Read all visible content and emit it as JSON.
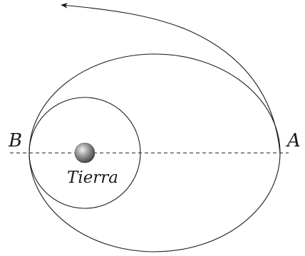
{
  "diagram": {
    "labels": {
      "point_b": "B",
      "point_a": "A",
      "planet": "Tierra"
    },
    "colors": {
      "stroke": "#1a1a1a",
      "background": "#ffffff",
      "planet_light": "#f2f2f2",
      "planet_mid": "#9a9a9a",
      "planet_dark": "#3c3c3c"
    }
  }
}
